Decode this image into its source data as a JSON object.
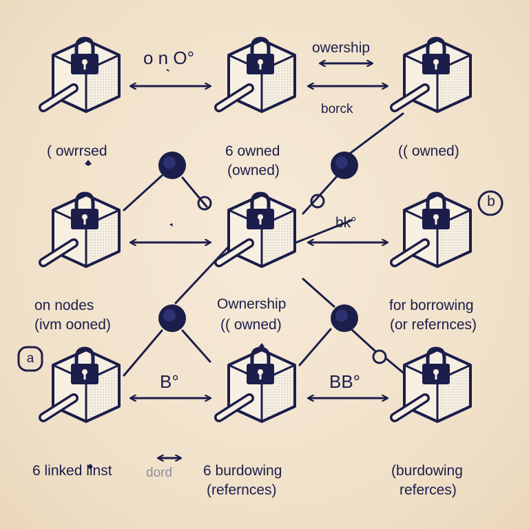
{
  "colors": {
    "ink": "#1b1d4a",
    "background": "#f2e4cf",
    "box_face": "#f7efe1"
  },
  "icons": {
    "node": "padlock-box-icon",
    "connector": "ring-node-icon",
    "arrow": "double-headed-arrow-icon"
  },
  "labels": {
    "top_mid": "o n O°",
    "top_right_a": "owership",
    "top_right_b": "borck",
    "row1_left": "( owrrsed",
    "row1_mid_a": "6 owned",
    "row1_mid_b": "(owned)",
    "row1_right": "(( owned)",
    "row2_mid_right": "bk°",
    "row2_right_circle": "b",
    "row3_left_a": "on nodes",
    "row3_left_b": "(ivm ooned)",
    "row3_mid_a": "Ownership",
    "row3_mid_b": "(( owned)",
    "row3_right_a": "for borrowing",
    "row3_right_b": "(or refernces)",
    "row4_left_square": "a",
    "row4_left_arrow": "B°",
    "row4_right_arrow": "BB°",
    "bottom_left_a": "6 linked linst",
    "bottom_left_faint": "dord",
    "bottom_mid_a": "6 burdowing",
    "bottom_mid_b": "(refernces)",
    "bottom_right_a": "(burdowing",
    "bottom_right_b": "referces)"
  }
}
